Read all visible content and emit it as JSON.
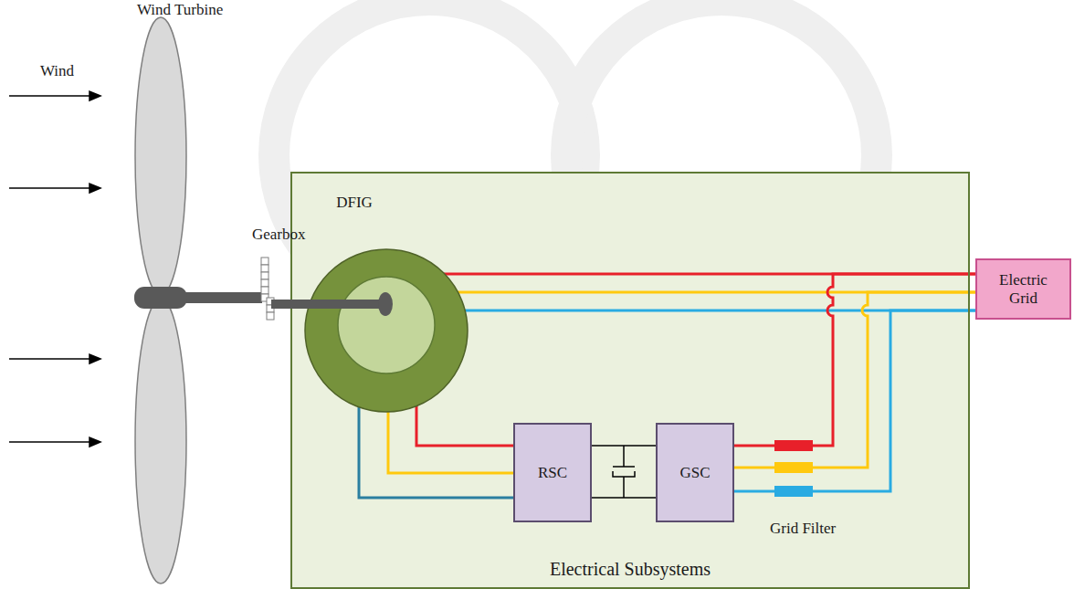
{
  "diagram": {
    "nodes": [
      {
        "text": [
          "Electrical Subsystems"
        ]
      },
      {
        "text": [
          "DFIG"
        ],
        "in": 0
      },
      {
        "text": [
          "RSC"
        ],
        "in": 0
      },
      {
        "text": [
          "GSC"
        ],
        "in": 0
      },
      {
        "text": [
          "Electric Grid"
        ]
      }
    ],
    "edges": [
      {
        "from": 1,
        "to": 4,
        "arrow": "none"
      },
      {
        "from": 1,
        "to": 2,
        "arrow": "none"
      },
      {
        "from": 2,
        "to": 3,
        "arrow": "none"
      },
      {
        "from": 3,
        "to": 4,
        "arrow": "none"
      }
    ],
    "labels": [
      "Wind Turbine",
      "Wind",
      "Gearbox",
      "Grid Filter"
    ]
  }
}
